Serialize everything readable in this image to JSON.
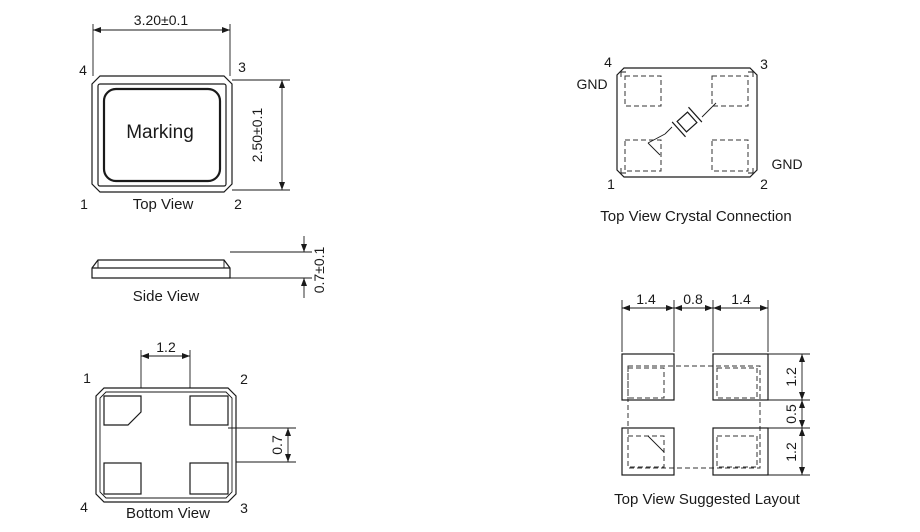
{
  "top_view": {
    "width_dim": "3.20±0.1",
    "height_dim": "2.50±0.1",
    "marking": "Marking",
    "caption": "Top View",
    "pins": [
      "1",
      "2",
      "3",
      "4"
    ]
  },
  "side_view": {
    "thickness_dim": "0.7±0.1",
    "caption": "Side View"
  },
  "bottom_view": {
    "pad_gap_dim": "1.2",
    "pad_height_dim": "0.7",
    "caption": "Bottom View",
    "pins": [
      "1",
      "2",
      "3",
      "4"
    ]
  },
  "connection_view": {
    "caption": "Top View Crystal Connection",
    "gnd_label_top": "GND",
    "gnd_label_bottom": "GND",
    "pins": [
      "1",
      "2",
      "3",
      "4"
    ]
  },
  "layout_view": {
    "caption": "Top View Suggested Layout",
    "dim_left": "1.4",
    "dim_mid": "0.8",
    "dim_right": "1.4",
    "dim_pad_top": "1.2",
    "dim_gap": "0.5",
    "dim_pad_bottom": "1.2"
  }
}
